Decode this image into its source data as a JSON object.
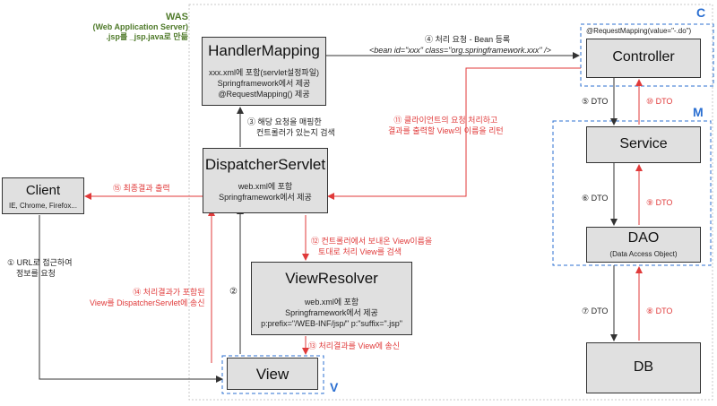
{
  "was": {
    "title": "WAS",
    "subtitle": "(Web Application Server)",
    "note": ".jsp를 _jsp.java로 만듦"
  },
  "groups": {
    "c": "C",
    "m": "M",
    "v": "V"
  },
  "boxes": {
    "handler_mapping": {
      "title": "HandlerMapping",
      "lines": [
        "xxx.xml에 포함(servlet설정파일)",
        "Springframework에서 제공",
        "@RequestMapping() 제공"
      ]
    },
    "dispatcher_servlet": {
      "title": "DispatcherServlet",
      "lines": [
        "web.xml에 포함",
        "Springframework에서 제공"
      ]
    },
    "view_resolver": {
      "title": "ViewResolver",
      "lines": [
        "web.xml에 포함",
        "Springframework에서 제공",
        "p:prefix=\"/WEB-INF/jsp/\" p:\"suffix=\".jsp\""
      ]
    },
    "view": {
      "title": "View"
    },
    "client": {
      "title": "Client",
      "subtitle": "IE, Chrome, Firefox..."
    },
    "controller": {
      "title": "Controller",
      "annotation": "@RequestMapping(value=\"-.do\")"
    },
    "service": {
      "title": "Service"
    },
    "dao": {
      "title": "DAO",
      "subtitle": "(Data Access Object)"
    },
    "db": {
      "title": "DB"
    }
  },
  "steps": {
    "s1": [
      "① URL로 접근하여",
      "정보를 요청"
    ],
    "s2": "②",
    "s3": [
      "③ 해당 요청을 매핑한",
      "컨트롤러가 있는지 검색"
    ],
    "s4": [
      "④ 처리 요청 - Bean 등록",
      "<bean id=\"xxx\" class=\"org.springframework.xxx\" />"
    ],
    "s5": "⑤ DTO",
    "s6": "⑥ DTO",
    "s7": "⑦ DTO",
    "s8": "⑧ DTO",
    "s9": "⑨ DTO",
    "s10": "⑩ DTO",
    "s11": [
      "⑪ 클라이언트의 요청 처리하고",
      "결과를 출력할 View의 이름을 리턴"
    ],
    "s12": [
      "⑫ 컨트롤러에서 보내온 View이름을",
      "토대로 처리 View를 검색"
    ],
    "s13": "⑬ 처리결과를 View에 송신",
    "s14": [
      "⑭ 처리결과가 포함된",
      "View를 DispatcherServlet에 송신"
    ],
    "s15": "⑮ 최종결과 출력"
  },
  "colors": {
    "red": "#e03a3a",
    "blue": "#2b6fd1",
    "green": "#4f7a2a",
    "box": "#e0e0e0",
    "arrow": "#333333"
  }
}
